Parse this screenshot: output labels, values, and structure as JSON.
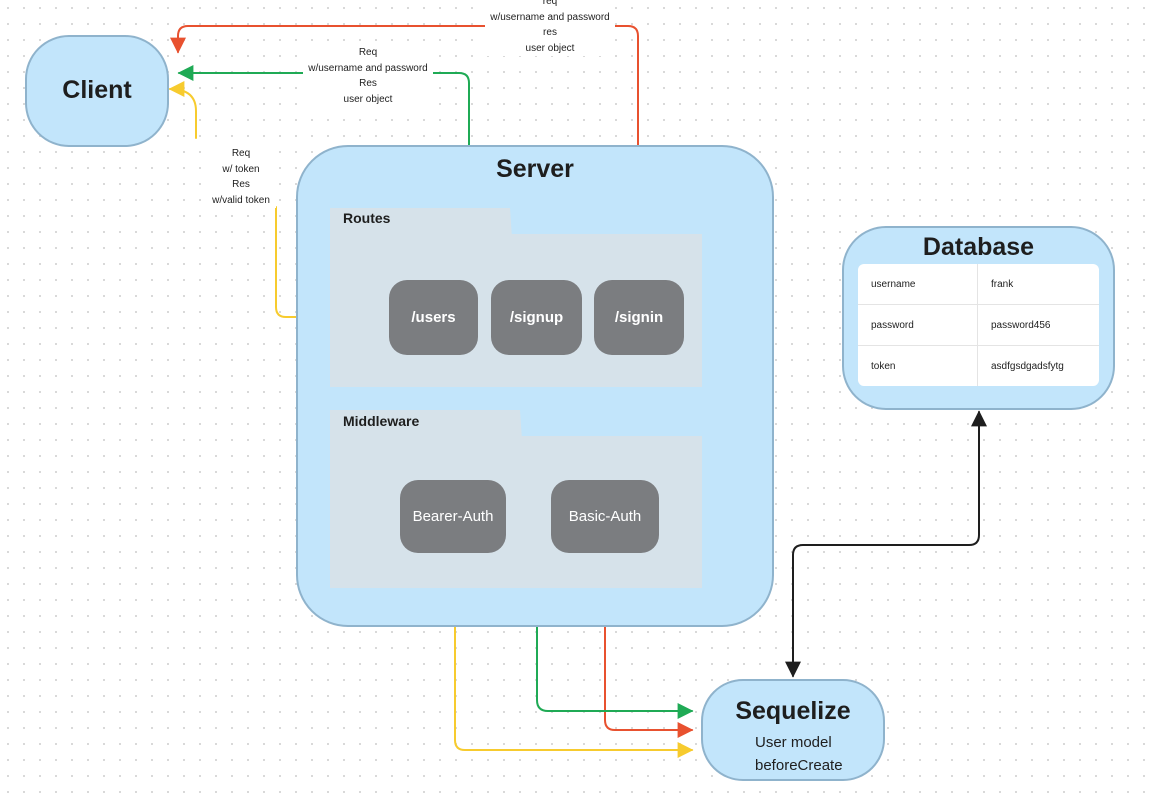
{
  "client": {
    "title": "Client"
  },
  "server": {
    "title": "Server",
    "routes_label": "Routes",
    "middleware_label": "Middleware",
    "routes": [
      "/users",
      "/signup",
      "/signin"
    ],
    "middleware": [
      "Bearer-Auth",
      "Basic-Auth"
    ]
  },
  "database": {
    "title": "Database",
    "rows": [
      {
        "key": "username",
        "value": "frank"
      },
      {
        "key": "password",
        "value": "password456"
      },
      {
        "key": "token",
        "value": "asdfgsdgadsfytg"
      }
    ]
  },
  "sequelize": {
    "title": "Sequelize",
    "lines": [
      "User model",
      "beforeCreate"
    ]
  },
  "edge_labels": {
    "signin": [
      "req",
      "w/username and password",
      "res",
      "user object"
    ],
    "signup": [
      "Req",
      "w/username and password",
      "Res",
      "user object"
    ],
    "users": [
      "Req",
      "w/ token",
      "Res",
      "w/valid token"
    ]
  },
  "colors": {
    "signin_flow": "#e8512f",
    "signup_flow": "#1faa55",
    "users_flow": "#f7cb2e",
    "db_link": "#1e1e1e",
    "container_fill": "#c2e5fb",
    "node_fill": "#7b7d80"
  }
}
